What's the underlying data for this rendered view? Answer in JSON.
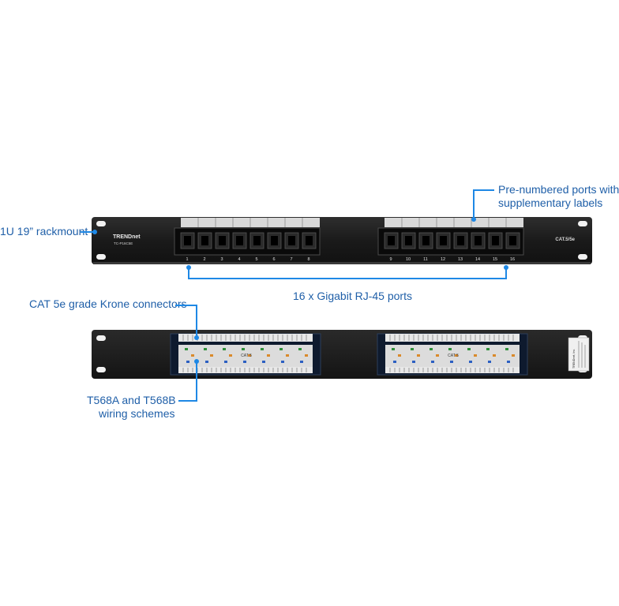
{
  "callouts": {
    "rackmount": "1U 19” rackmount",
    "prenumbered_line1": "Pre-numbered ports with",
    "prenumbered_line2": "supplementary labels",
    "ports": "16 x Gigabit RJ-45 ports",
    "krone": "CAT 5e grade Krone connectors",
    "wiring_line1": "T568A and T568B",
    "wiring_line2": "wiring schemes"
  },
  "front_panel": {
    "brand": "TRENDnet",
    "model": "TC-P16C5E",
    "category_mark": "CAT.5/5e",
    "port_numbers_left": [
      "1",
      "2",
      "3",
      "4",
      "5",
      "6",
      "7",
      "8"
    ],
    "port_numbers_right": [
      "9",
      "10",
      "11",
      "12",
      "13",
      "14",
      "15",
      "16"
    ]
  },
  "rear_panel": {
    "block_marks": [
      "CAT 5",
      "CAT 5"
    ],
    "sticker_brand": "TRENDnet, Inc."
  },
  "colors": {
    "accent": "#1e88e5",
    "callout_text": "#1f5fa8",
    "panel_body": "#1c1c1c"
  }
}
